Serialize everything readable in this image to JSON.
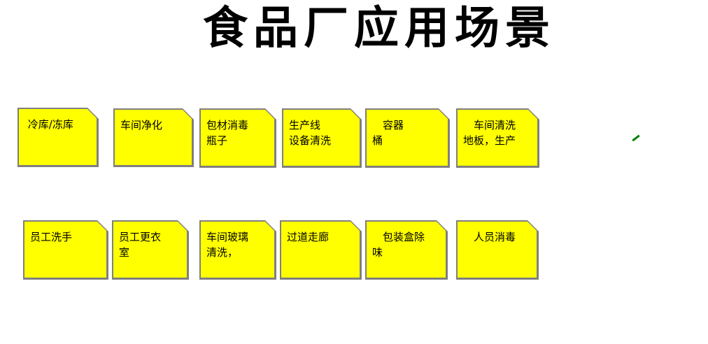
{
  "title": "食品厂应用场景",
  "colors": {
    "note_fill": "#FFFF00",
    "note_border": "#7F7F7F",
    "marker_green": "#008000",
    "title_color": "#000000",
    "background": "#FFFFFF"
  },
  "marker": {
    "description": "small green diagonal pen stroke"
  },
  "boxes": [
    {
      "id": "cold-storage",
      "lines": [
        " 冷库/冻库"
      ]
    },
    {
      "id": "workshop-purification",
      "lines": [
        "车间净化"
      ]
    },
    {
      "id": "packaging-material-disinfection",
      "lines": [
        "包材消毒",
        "瓶子"
      ]
    },
    {
      "id": "production-line-equipment-cleaning",
      "lines": [
        "生产线",
        "设备清洗"
      ]
    },
    {
      "id": "container-bucket",
      "lines": [
        "　容器",
        "桶"
      ]
    },
    {
      "id": "workshop-floor-cleaning",
      "lines": [
        "　车间清洗",
        "地板，生产"
      ]
    },
    {
      "id": "employee-handwashing",
      "lines": [
        "员工洗手"
      ]
    },
    {
      "id": "employee-changing-room",
      "lines": [
        "员工更衣",
        "室"
      ]
    },
    {
      "id": "workshop-glass-cleaning",
      "lines": [
        "车间玻璃",
        "清洗，"
      ]
    },
    {
      "id": "corridor-walkway",
      "lines": [
        "过道走廊"
      ]
    },
    {
      "id": "packaging-box-deodorizing",
      "lines": [
        "　包装盒除",
        "味"
      ]
    },
    {
      "id": "personnel-disinfection",
      "lines": [
        "　人员消毒"
      ]
    }
  ]
}
